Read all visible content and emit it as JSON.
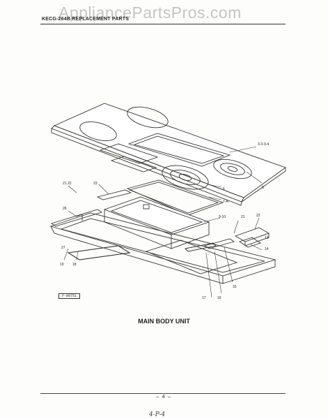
{
  "header": {
    "title": "KECG-264B REPLACEMENT PARTS"
  },
  "watermark": {
    "text": "AppliancePartsPros.com"
  },
  "figure": {
    "id_box": "F-00751",
    "caption": "MAIN BODY UNIT",
    "callouts": [
      "3-3-3-4",
      "5",
      "6",
      "7-A",
      "9-10",
      "21",
      "22",
      "13",
      "14",
      "15",
      "16",
      "17",
      "18",
      "19",
      "23",
      "21 22",
      "26",
      "27"
    ]
  },
  "footer": {
    "page": "— 4 —",
    "note": "4-P-4"
  }
}
